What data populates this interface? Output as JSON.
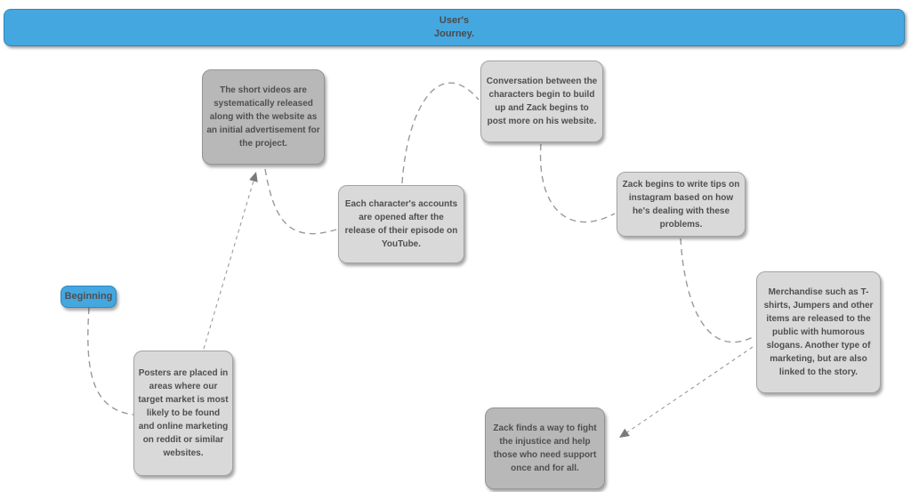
{
  "title": {
    "line1": "User's",
    "line2": "Journey."
  },
  "colors": {
    "blue": "#45a7e0",
    "blue_border": "#2f86bb",
    "light_gray": "#d9d9d9",
    "dark_gray": "#b8b8b8",
    "text": "#4f4f4f",
    "connector": "#9a9a9a",
    "arrow": "#7a7a7a"
  },
  "nodes": [
    {
      "id": "beginning",
      "label": "Beginning"
    },
    {
      "id": "posters",
      "label": "Posters are placed in areas where our target market is most likely to be found and online marketing on reddit or similar websites."
    },
    {
      "id": "short_videos",
      "label": "The short videos are systematically released along with the website as an initial advertisement for the project."
    },
    {
      "id": "character_accounts",
      "label": "Each character's accounts are opened after the release of their episode on YouTube."
    },
    {
      "id": "conversation",
      "label": "Conversation between the characters begin to build up and Zack begins to post more on his website."
    },
    {
      "id": "zack_tips",
      "label": "Zack begins to write tips on instagram based on how he's dealing with these problems."
    },
    {
      "id": "merchandise",
      "label": "Merchandise such as T-shirts, Jumpers and other items are released to the public with humorous slogans. Another type of marketing, but are also linked to the story."
    },
    {
      "id": "zack_finds",
      "label": "Zack finds a way to fight the injustice and help those who need support once and for all."
    }
  ]
}
